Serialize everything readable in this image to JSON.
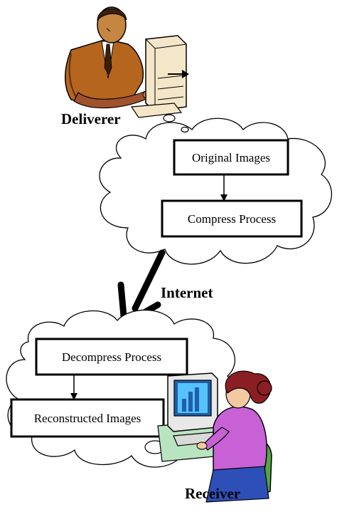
{
  "actors": {
    "deliverer": {
      "label": "Deliverer"
    },
    "receiver": {
      "label": "Receiver"
    }
  },
  "sender_side": {
    "original_images": "Original Images",
    "compress_process": "Compress Process"
  },
  "network": {
    "label": "Internet"
  },
  "receiver_side": {
    "decompress_process": "Decompress Process",
    "reconstructed_images": "Reconstructed Images"
  }
}
